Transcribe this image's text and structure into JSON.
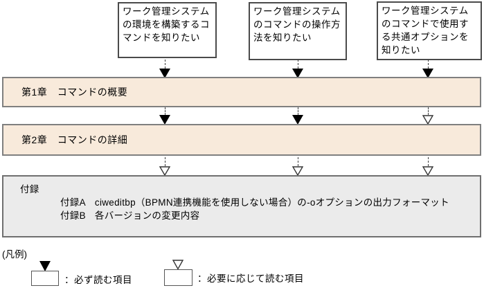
{
  "top_boxes": [
    {
      "text": "ワーク管理システム\nの環境を構築するコ\nマンドを知りたい"
    },
    {
      "text": "ワーク管理システム\nのコマンドの操作方\n法を知りたい"
    },
    {
      "text": "ワーク管理システム\nのコマンドで使用す\nる共通オプションを\n知りたい"
    }
  ],
  "chapters": [
    {
      "title": "第1章　コマンドの概要"
    },
    {
      "title": "第2章　コマンドの詳細"
    }
  ],
  "appendix": {
    "title": "付録",
    "items": [
      {
        "label": "付録A",
        "text": "ciweditbp（BPMN連携機能を使用しない場合）の-oオプションの出力フォーマット"
      },
      {
        "label": "付録B",
        "text": "各バージョンの変更内容"
      }
    ]
  },
  "legend": {
    "title": "(凡例)",
    "items": [
      {
        "label": "：必ず読む項目",
        "arrow": "solid-black-down-arrow"
      },
      {
        "label": "：必要に応じて読む項目",
        "arrow": "hollow-white-down-arrow"
      }
    ]
  },
  "colors": {
    "chapter_bar_fill": "#F8EADB",
    "appendix_fill": "#EBEBEB",
    "border_gray": "#7F7F7F",
    "arrow_solid": "#000000",
    "arrow_hollow_stroke": "#333333"
  }
}
